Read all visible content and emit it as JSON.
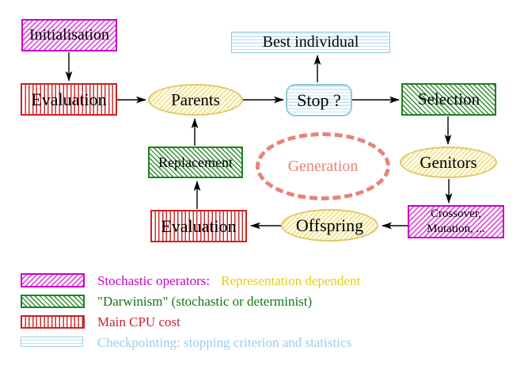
{
  "nodes": {
    "initialisation": "Initialisation",
    "evaluation_top": "Evaluation",
    "parents": "Parents",
    "best_individual": "Best individual",
    "stop": "Stop ?",
    "selection": "Selection",
    "replacement": "Replacement",
    "generation": "Generation",
    "genitors": "Genitors",
    "crossover_line1": "Crossover,",
    "crossover_line2": "Mutation, ...",
    "offspring": "Offspring",
    "evaluation_bottom": "Evaluation"
  },
  "legend": {
    "stochastic_label": "Stochastic operators:",
    "representation_label": "Representation dependent",
    "darwinism_label": "\"Darwinism\" (stochastic or determinist)",
    "cpu_label": "Main CPU cost",
    "checkpoint_label": "Checkpointing: stopping criterion and statistics"
  },
  "colors": {
    "magenta": "#cc00cc",
    "dark_green": "#1f7f1f",
    "red": "#cc2222",
    "cyan_border": "#90c8dc",
    "yellow_border": "#e0c86a",
    "salmon": "#e8827a",
    "gold_text": "#e8cc11",
    "cyan_text": "#9ccbe8"
  }
}
